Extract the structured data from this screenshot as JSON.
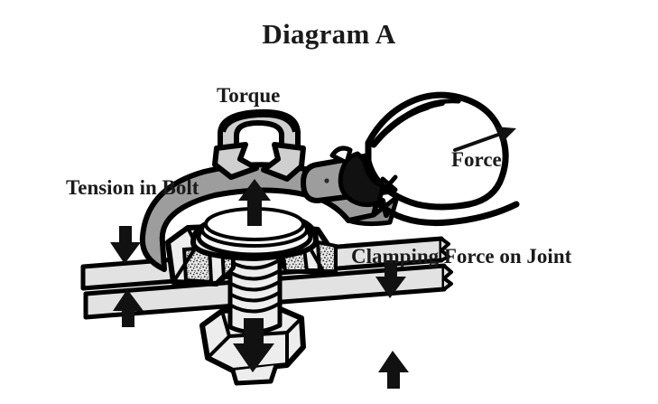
{
  "diagram": {
    "title": "Diagram A",
    "kind": "bolted-joint-torque-illustration",
    "background_color": "#ffffff",
    "text_color": "#1a1a1a",
    "labels": {
      "torque": "Torque",
      "tension_in_bolt": "Tension in Bolt",
      "force": "Force",
      "clamping_force_on_joint": "Clamping Force on Joint"
    },
    "icons": {
      "torque_arrow": "circular-arrow-icon",
      "force_arrow": "straight-arrow-icon",
      "tension_arrow": "up-arrow-icon",
      "clamping_arrows": "opposing-arrows-icon",
      "hand": "hand-gripping-icon",
      "wrench": "wrench-icon",
      "bolt": "bolt-icon",
      "nut": "hex-nut-icon",
      "plates": "joint-plates-icon"
    },
    "colors": {
      "outline": "#000000",
      "wrench_gray": "#9d9d9d",
      "wrench_gray_dark": "#868686",
      "metal_light": "#ededed",
      "metal_mid": "#d8d8d8",
      "plate_gray": "#e0e0e0",
      "hand_fill": "#ffffff",
      "arrow_black": "#111111"
    }
  }
}
